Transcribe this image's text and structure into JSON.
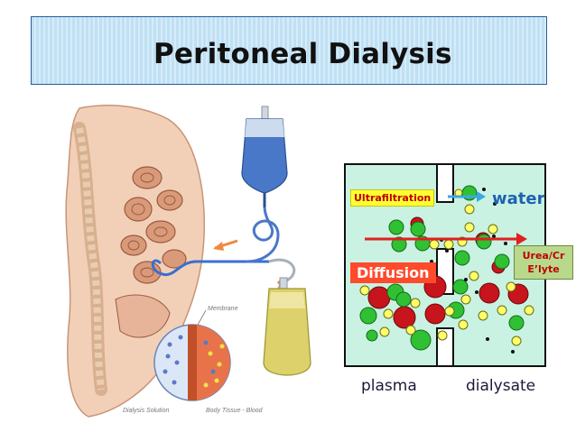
{
  "title": "Peritoneal Dialysis",
  "illustration": {
    "membrane_label": "Membrane",
    "solution_label": "Dialysis Solution",
    "tissue_label": "Body Tissue - Blood"
  },
  "diagram": {
    "ultrafiltration_label": "Ultrafiltration",
    "water_label": "water",
    "diffusion_label": "Diffusion",
    "urea_label_line1": "Urea/Cr",
    "urea_label_line2": "E’lyte",
    "plasma_label": "plasma",
    "dialysate_label": "dialysate"
  },
  "colors": {
    "tank_fill": "#c9f2e2",
    "arrow_red": "#e02020",
    "arrow_blue": "#39a9e0",
    "particle_red": "#c8141c",
    "particle_green": "#2fc133",
    "particle_yellow": "#ffff66"
  }
}
